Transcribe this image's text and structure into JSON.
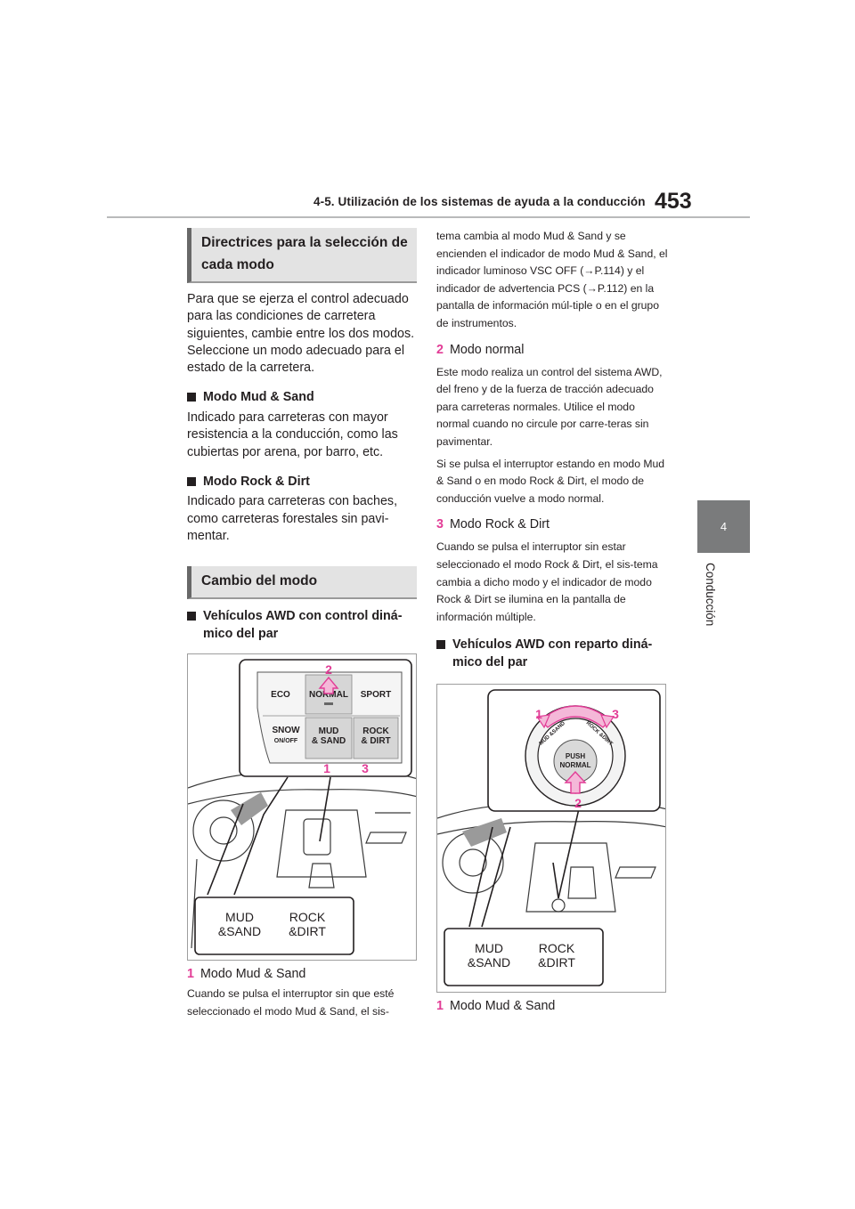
{
  "header": {
    "title": "4-5. Utilización de los sistemas de ayuda a la conducción",
    "page_number": "453"
  },
  "chapter_tab": {
    "number": "4",
    "label": "Conducción"
  },
  "left": {
    "section1_title": "Directrices para la selección de cada modo",
    "section1_intro": "Para que se ejerza el control adecuado para las condiciones de carretera siguientes, cambie entre los dos modos. Seleccione un modo adecuado para el estado de la carretera.",
    "mud_heading": "Modo Mud & Sand",
    "mud_text": "Indicado para carreteras con mayor resistencia a la conducción, como las cubiertas por arena, por barro, etc.",
    "rock_heading": "Modo Rock & Dirt",
    "rock_text": "Indicado para carreteras con baches, como carreteras forestales sin pavi-mentar.",
    "section2_title": "Cambio del modo",
    "awd_torque_heading": "Vehículos AWD con control diná-mico del par",
    "item1_num": "1",
    "item1_title": "Modo Mud & Sand",
    "item1_text": "Cuando se pulsa el interruptor sin que esté seleccionado el modo Mud & Sand, el sis-"
  },
  "right": {
    "cont_text": "tema cambia al modo Mud & Sand y se encienden el indicador de modo Mud & Sand, el indicador luminoso VSC OFF (→P.114) y el indicador de advertencia PCS (→P.112) en la pantalla de información múl-tiple o en el grupo de instrumentos.",
    "item2_num": "2",
    "item2_title": "Modo normal",
    "item2_text1": "Este modo realiza un control del sistema AWD, del freno y de la fuerza de tracción adecuado para carreteras normales. Utilice el modo normal cuando no circule por carre-teras sin pavimentar.",
    "item2_text2": "Si se pulsa el interruptor estando en modo Mud & Sand o en modo Rock & Dirt, el modo de conducción vuelve a modo normal.",
    "item3_num": "3",
    "item3_title": "Modo Rock & Dirt",
    "item3_text": "Cuando se pulsa el interruptor sin estar seleccionado el modo Rock & Dirt, el sis-tema cambia a dicho modo y el indicador de modo Rock & Dirt se ilumina en la pantalla de información múltiple.",
    "awd_distribution_heading": "Vehículos AWD con reparto diná-mico del par",
    "item1b_num": "1",
    "item1b_title": "Modo Mud & Sand"
  },
  "figure1": {
    "buttons": {
      "eco": "ECO",
      "normal": "NORMAL",
      "sport": "SPORT",
      "snow": "SNOW",
      "snow_sub": "ON/OFF",
      "mud_l1": "MUD",
      "mud_l2": "& SAND",
      "rock_l1": "ROCK",
      "rock_l2": "& DIRT"
    },
    "callouts": {
      "c2": "2",
      "c1": "1",
      "c3": "3"
    },
    "display": {
      "mud_l1": "MUD",
      "mud_l2": "&SAND",
      "rock_l1": "ROCK",
      "rock_l2": "&DIRT"
    }
  },
  "figure2": {
    "dial": {
      "push": "PUSH",
      "normal": "NORMAL",
      "mud": "MUD &SAND",
      "rock": "ROCK &DIRT"
    },
    "callouts": {
      "c1": "1",
      "c3": "3",
      "c2": "2"
    },
    "display": {
      "mud_l1": "MUD",
      "mud_l2": "&SAND",
      "rock_l1": "ROCK",
      "rock_l2": "&DIRT"
    }
  },
  "colors": {
    "accent": "#e23c96",
    "text": "#231f20",
    "tab": "#7a7b7c",
    "section_bg": "#e3e3e3"
  }
}
